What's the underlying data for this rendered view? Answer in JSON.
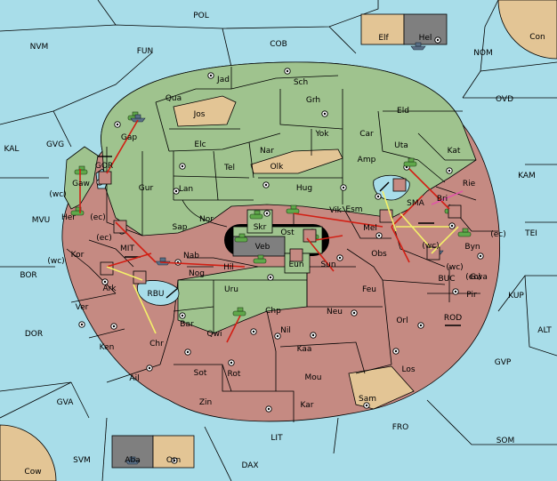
{
  "colors": {
    "sea": "#a8dde9",
    "green_power": "#9fc38e",
    "red_power": "#c58a82",
    "neutral": "#e3c595",
    "fleet_box": "#7f7f7f",
    "move_red": "#d21f14",
    "support_yellow": "#f4f06a",
    "convoy_pink": "#e055a8"
  },
  "sea_labels": [
    {
      "id": "POL",
      "text": "POL"
    },
    {
      "id": "NVM",
      "text": "NVM"
    },
    {
      "id": "FUN",
      "text": "FUN"
    },
    {
      "id": "COB",
      "text": "COB"
    },
    {
      "id": "NOM",
      "text": "NOM"
    },
    {
      "id": "Con",
      "text": "Con"
    },
    {
      "id": "OVD",
      "text": "OVD"
    },
    {
      "id": "KAL",
      "text": "KAL"
    },
    {
      "id": "GVG",
      "text": "GVG"
    },
    {
      "id": "KAM",
      "text": "KAM"
    },
    {
      "id": "MVU",
      "text": "MVU"
    },
    {
      "id": "TEI",
      "text": "TEI"
    },
    {
      "id": "BOR",
      "text": "BOR"
    },
    {
      "id": "KUP",
      "text": "KUP"
    },
    {
      "id": "DOR",
      "text": "DOR"
    },
    {
      "id": "ALT",
      "text": "ALT"
    },
    {
      "id": "GVP",
      "text": "GVP"
    },
    {
      "id": "GVA",
      "text": "GVA"
    },
    {
      "id": "FRO",
      "text": "FRO"
    },
    {
      "id": "SOM",
      "text": "SOM"
    },
    {
      "id": "LIT",
      "text": "LIT"
    },
    {
      "id": "SVM",
      "text": "SVM"
    },
    {
      "id": "DAX",
      "text": "DAX"
    },
    {
      "id": "Cow",
      "text": "Cow"
    },
    {
      "id": "GOR",
      "text": "GOR"
    },
    {
      "id": "RBU",
      "text": "RBU"
    },
    {
      "id": "SMA",
      "text": "SMA"
    },
    {
      "id": "BUC",
      "text": "BUC"
    },
    {
      "id": "ROD",
      "text": "ROD"
    },
    {
      "id": "MIT",
      "text": "MIT"
    }
  ],
  "land_labels": [
    {
      "id": "Jad",
      "text": "Jad"
    },
    {
      "id": "Sch",
      "text": "Sch"
    },
    {
      "id": "Qua",
      "text": "Qua"
    },
    {
      "id": "Jos",
      "text": "Jos"
    },
    {
      "id": "Grh",
      "text": "Grh"
    },
    {
      "id": "Eld",
      "text": "Eld"
    },
    {
      "id": "Gap",
      "text": "Gap"
    },
    {
      "id": "Yok",
      "text": "Yok"
    },
    {
      "id": "Car",
      "text": "Car"
    },
    {
      "id": "Elc",
      "text": "Elc"
    },
    {
      "id": "Nar",
      "text": "Nar"
    },
    {
      "id": "Uta",
      "text": "Uta"
    },
    {
      "id": "Kat",
      "text": "Kat"
    },
    {
      "id": "Gaw",
      "text": "Gaw"
    },
    {
      "id": "Amp",
      "text": "Amp"
    },
    {
      "id": "Tel",
      "text": "Tel"
    },
    {
      "id": "Olk",
      "text": "Olk"
    },
    {
      "id": "Gur",
      "text": "Gur"
    },
    {
      "id": "Lan",
      "text": "Lan"
    },
    {
      "id": "Hug",
      "text": "Hug"
    },
    {
      "id": "Rie",
      "text": "Rie"
    },
    {
      "id": "Her",
      "text": "Her"
    },
    {
      "id": "Bri",
      "text": "Bri"
    },
    {
      "id": "Nor",
      "text": "Nor"
    },
    {
      "id": "Vik",
      "text": "Vik"
    },
    {
      "id": "Esm",
      "text": "Esm"
    },
    {
      "id": "Skr",
      "text": "Skr"
    },
    {
      "id": "Sap",
      "text": "Sap"
    },
    {
      "id": "Mel",
      "text": "Mel"
    },
    {
      "id": "Ost",
      "text": "Ost"
    },
    {
      "id": "Veb",
      "text": "Veb"
    },
    {
      "id": "Byn",
      "text": "Byn"
    },
    {
      "id": "Kor",
      "text": "Kor"
    },
    {
      "id": "Nab",
      "text": "Nab"
    },
    {
      "id": "Eun",
      "text": "Eun"
    },
    {
      "id": "Obs",
      "text": "Obs"
    },
    {
      "id": "Hil",
      "text": "Hil"
    },
    {
      "id": "Sun",
      "text": "Sun"
    },
    {
      "id": "Ark",
      "text": "Ark"
    },
    {
      "id": "Nog",
      "text": "Nog"
    },
    {
      "id": "Gwa",
      "text": "Gwa"
    },
    {
      "id": "Uru",
      "text": "Uru"
    },
    {
      "id": "Feu",
      "text": "Feu"
    },
    {
      "id": "Pir",
      "text": "Pir"
    },
    {
      "id": "Ver",
      "text": "Ver"
    },
    {
      "id": "Chp",
      "text": "Chp"
    },
    {
      "id": "Neu",
      "text": "Neu"
    },
    {
      "id": "Orl",
      "text": "Orl"
    },
    {
      "id": "Bar",
      "text": "Bar"
    },
    {
      "id": "Qwi",
      "text": "Qwi"
    },
    {
      "id": "Nil",
      "text": "Nil"
    },
    {
      "id": "Chr",
      "text": "Chr"
    },
    {
      "id": "Ken",
      "text": "Ken"
    },
    {
      "id": "Kaa",
      "text": "Kaa"
    },
    {
      "id": "Ail",
      "text": "Ail"
    },
    {
      "id": "Sot",
      "text": "Sot"
    },
    {
      "id": "Rot",
      "text": "Rot"
    },
    {
      "id": "Mou",
      "text": "Mou"
    },
    {
      "id": "Los",
      "text": "Los"
    },
    {
      "id": "Sam",
      "text": "Sam"
    },
    {
      "id": "Zin",
      "text": "Zin"
    },
    {
      "id": "Kar",
      "text": "Kar"
    },
    {
      "id": "Elf",
      "text": "Elf"
    },
    {
      "id": "Hel",
      "text": "Hel"
    },
    {
      "id": "Aba",
      "text": "Aba"
    },
    {
      "id": "Orn",
      "text": "Orn"
    }
  ],
  "coast_labels": [
    "(wc)",
    "(ec)",
    "(ec)",
    "(wc)",
    "(wc)",
    "(ec)",
    "(wc)",
    "(ec)"
  ]
}
